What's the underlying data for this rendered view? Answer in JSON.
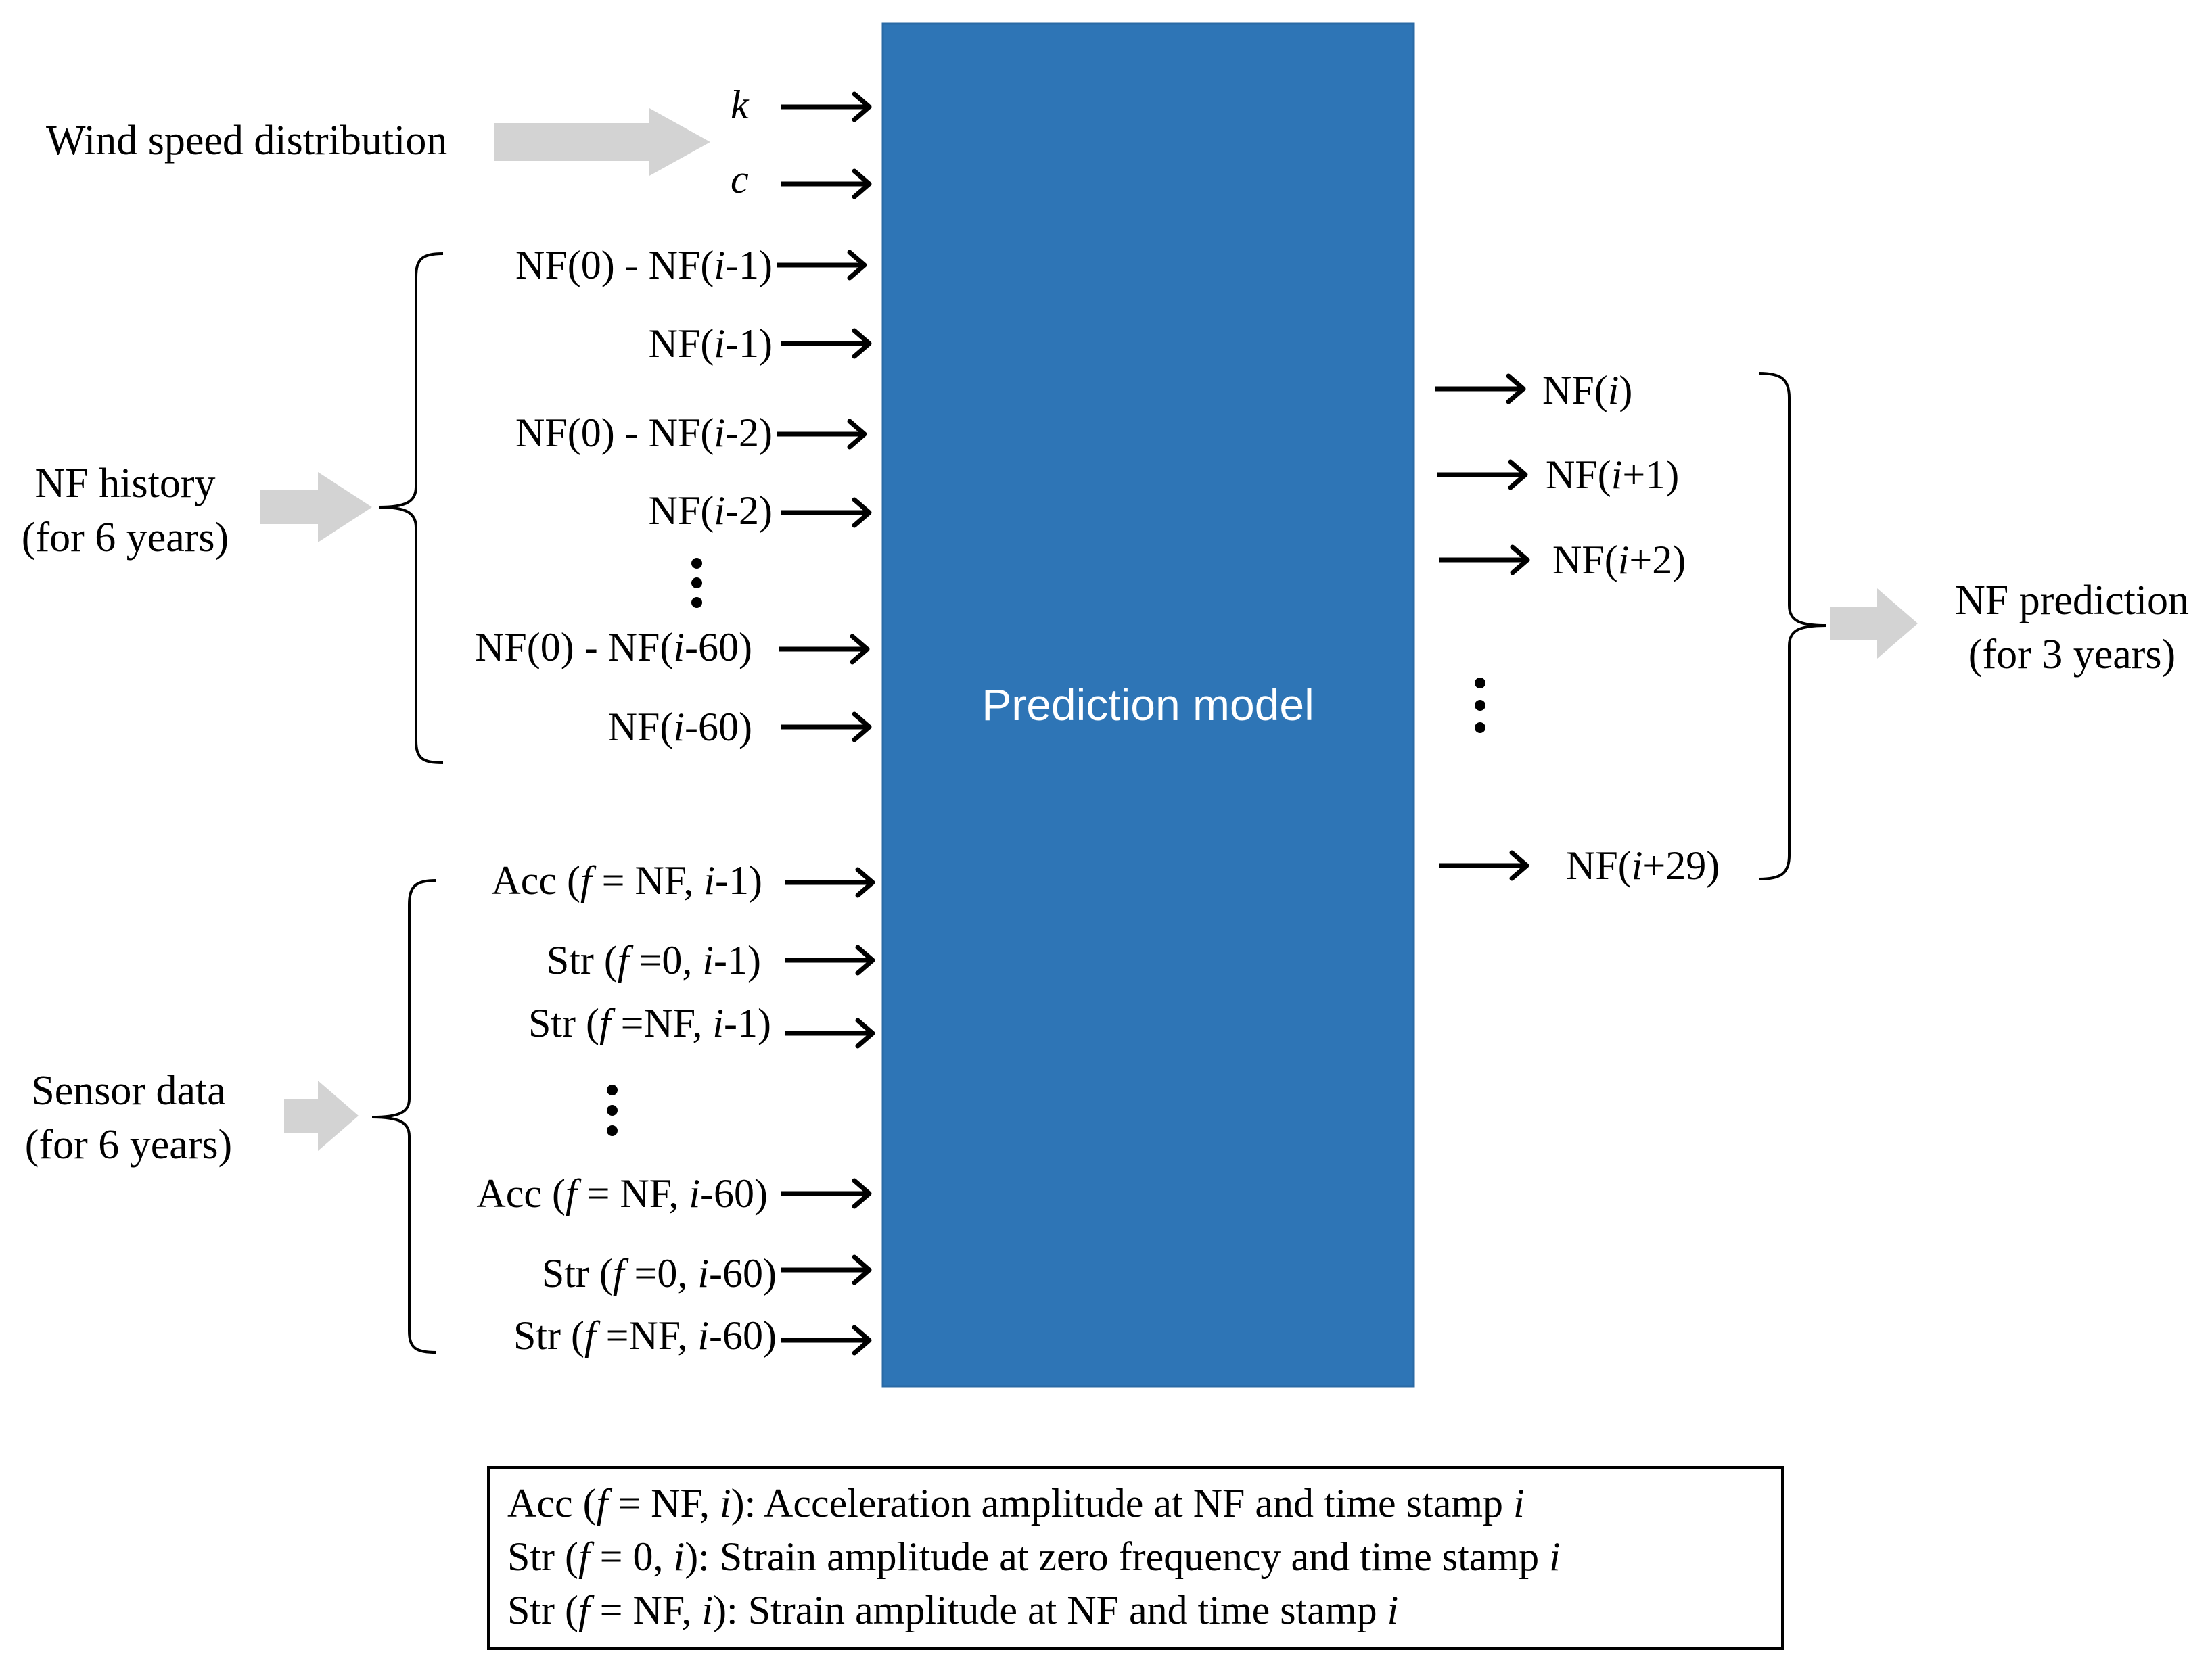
{
  "model": {
    "label": "Prediction model",
    "color": "#2e75b6",
    "text_color": "#ffffff"
  },
  "wind": {
    "label": "Wind speed distribution",
    "params": [
      {
        "text": "k"
      },
      {
        "text": "c"
      }
    ]
  },
  "nf_history": {
    "label_line1": "NF history",
    "label_line2": "(for 6 years)",
    "inputs": [
      {
        "pre": "NF(0) - NF(",
        "var": "i",
        "post": "-1)"
      },
      {
        "pre": "NF(",
        "var": "i",
        "post": "-1)"
      },
      {
        "pre": "NF(0) - NF(",
        "var": "i",
        "post": "-2)"
      },
      {
        "pre": "NF(",
        "var": "i",
        "post": "-2)"
      },
      {
        "pre": "NF(0) - NF(",
        "var": "i",
        "post": "-60)"
      },
      {
        "pre": "NF(",
        "var": "i",
        "post": "-60)"
      }
    ]
  },
  "sensor": {
    "label_line1": "Sensor data",
    "label_line2": "(for 6 years)",
    "inputs": [
      {
        "pre": "Acc (",
        "f": "f",
        "mid": " = NF, ",
        "var": "i",
        "post": "-1)"
      },
      {
        "pre": "Str (",
        "f": "f",
        "mid": " =0, ",
        "var": "i",
        "post": "-1)"
      },
      {
        "pre": "Str (",
        "f": "f",
        "mid": " =NF, ",
        "var": "i",
        "post": "-1)"
      },
      {
        "pre": "Acc (",
        "f": "f",
        "mid": " = NF, ",
        "var": "i",
        "post": "-60)"
      },
      {
        "pre": "Str (",
        "f": "f",
        "mid": " =0, ",
        "var": "i",
        "post": "-60)"
      },
      {
        "pre": "Str (",
        "f": "f",
        "mid": " =NF, ",
        "var": "i",
        "post": "-60)"
      }
    ]
  },
  "outputs": {
    "items": [
      {
        "pre": "NF(",
        "var": "i",
        "post": ")"
      },
      {
        "pre": "NF(",
        "var": "i",
        "post": "+1)"
      },
      {
        "pre": "NF(",
        "var": "i",
        "post": "+2)"
      },
      {
        "pre": "NF(",
        "var": "i",
        "post": "+29)"
      }
    ],
    "label_line1": "NF prediction",
    "label_line2": "(for 3 years)"
  },
  "legend": {
    "lines": [
      {
        "pre": "Acc (",
        "f": "f",
        "mid": " = NF, ",
        "var1": "i",
        "post": "): Acceleration amplitude at NF and time stamp ",
        "var2": "i"
      },
      {
        "pre": "Str (",
        "f": "f",
        "mid": " = 0, ",
        "var1": "i",
        "post": "): Strain amplitude at zero frequency and time stamp ",
        "var2": "i"
      },
      {
        "pre": "Str (",
        "f": "f",
        "mid": " = NF, ",
        "var1": "i",
        "post": "): Strain amplitude at NF and time stamp ",
        "var2": "i"
      }
    ]
  },
  "colors": {
    "gray_arrow": "#d3d3d3",
    "text": "#000000"
  }
}
